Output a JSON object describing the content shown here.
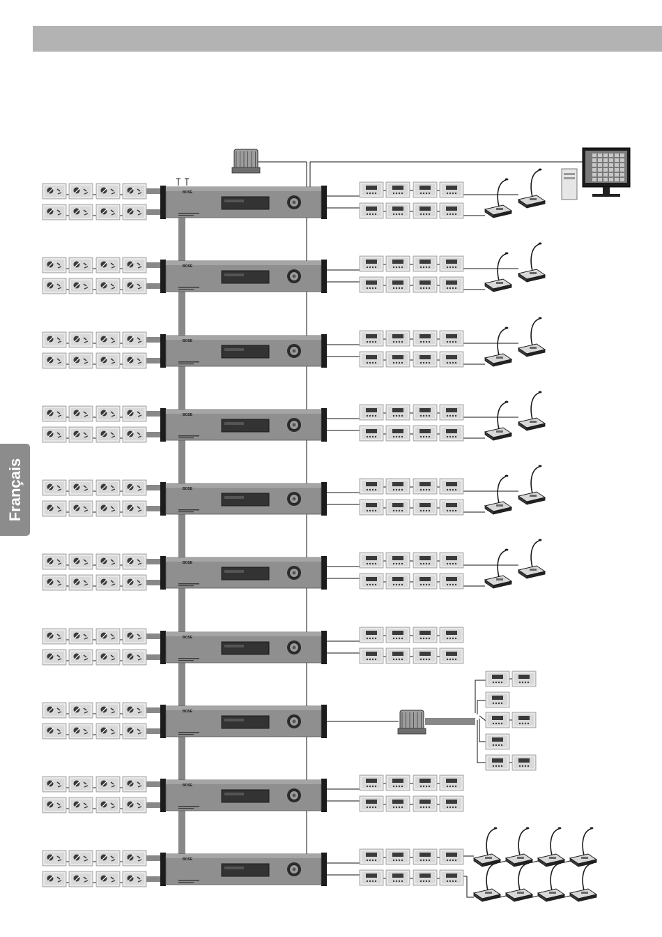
{
  "page": {
    "language_tab": "Français"
  },
  "diagram": {
    "amplifier_count": 10,
    "amplifier_brand": "BOSE",
    "rows": [
      {
        "right": "controls+mics2"
      },
      {
        "right": "controls+mics2"
      },
      {
        "right": "controls+mics2"
      },
      {
        "right": "controls+mics2"
      },
      {
        "right": "controls+mics2"
      },
      {
        "right": "controls+mics2"
      },
      {
        "right": "controls"
      },
      {
        "right": "expander"
      },
      {
        "right": "controls"
      },
      {
        "right": "controls+mics8"
      }
    ],
    "icons": {
      "amplifier": "rack-amplifier-icon",
      "speaker_plate": "speaker-wall-plate-icon",
      "control_panel": "zone-control-panel-icon",
      "microphone": "paging-microphone-icon",
      "computer": "computer-workstation-icon",
      "router": "network-router-icon"
    },
    "colors": {
      "rack_body": "#8f8f8f",
      "rack_ears": "#1c1c1c",
      "plate": "#d9d9d9",
      "wire": "#111111"
    }
  }
}
